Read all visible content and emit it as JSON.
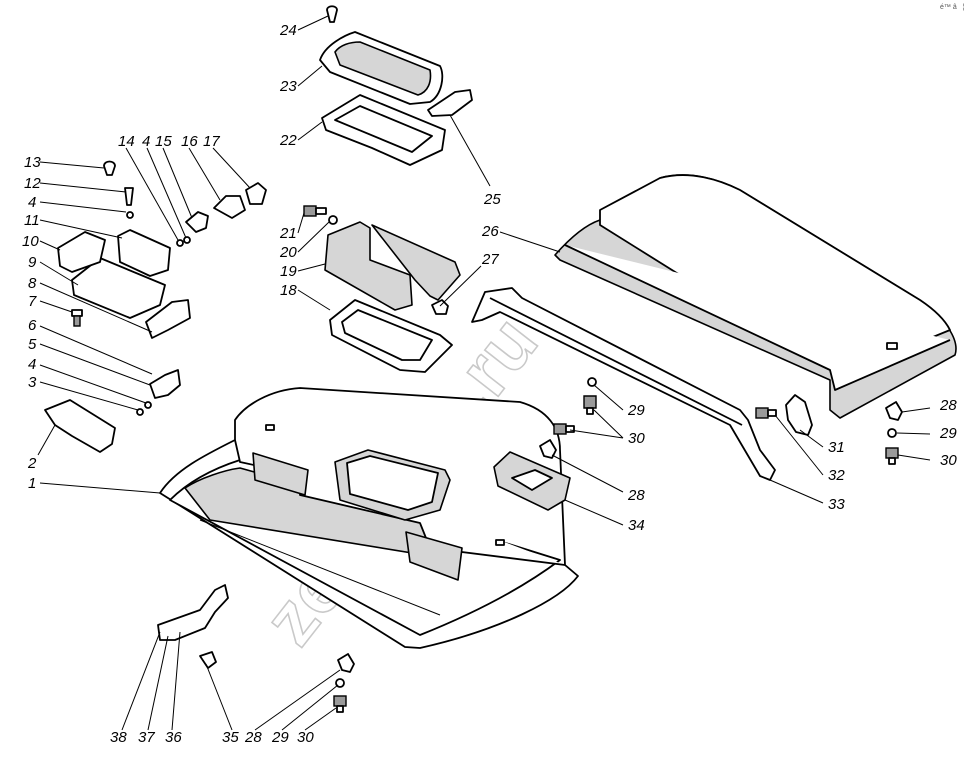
{
  "diagram": {
    "watermark": "zeo-kam.ru",
    "corner_mark": "é™ â¦",
    "callouts": [
      "1",
      "2",
      "3",
      "4",
      "5",
      "6",
      "7",
      "8",
      "9",
      "10",
      "11",
      "4",
      "12",
      "13",
      "14",
      "4",
      "15",
      "16",
      "17",
      "18",
      "19",
      "20",
      "21",
      "22",
      "23",
      "24",
      "25",
      "26",
      "27",
      "28",
      "29",
      "30",
      "31",
      "32",
      "33",
      "28",
      "29",
      "30",
      "34",
      "35",
      "28",
      "29",
      "30",
      "36",
      "37",
      "38"
    ]
  }
}
